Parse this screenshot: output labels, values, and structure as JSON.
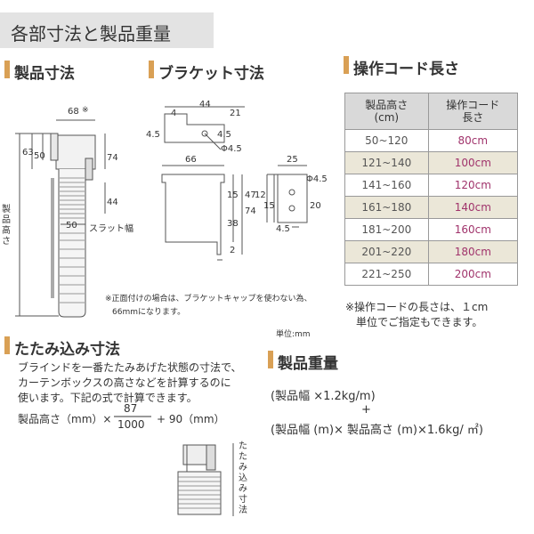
{
  "page_title": "各部寸法と製品重量",
  "sections": {
    "product_dim": "製品寸法",
    "bracket_dim": "ブラケット寸法",
    "cord_length": "操作コード長さ",
    "fold_dim": "たたみ込み寸法",
    "weight": "製品重量"
  },
  "product_dims": {
    "width_top": "68",
    "note_mark": "※",
    "d63": "63",
    "d50": "50",
    "d74": "74",
    "d44": "44",
    "d50b": "50",
    "slat_label": "スラット幅",
    "height_label": "製品高さ"
  },
  "bracket_dims": {
    "d4": "4",
    "d44": "44",
    "d21": "21",
    "d4_5a": "4.5",
    "d4_5b": "4.5",
    "phi_a": "Φ4.5",
    "d66": "66",
    "d15": "15",
    "d47": "47",
    "d74": "74",
    "d38": "38",
    "d2": "2",
    "d25": "25",
    "phi_b": "Φ4.5",
    "d12": "12",
    "d15b": "15",
    "d20": "20",
    "d4_5c": "4.5"
  },
  "bracket_note_line1": "※正面付けの場合は、ブラケットキャップを使わない為、",
  "bracket_note_line2": "66mmになります。",
  "unit_label": "単位:mm",
  "cord_table": {
    "header_height": "製品高さ\n(cm)",
    "header_height_l1": "製品高さ",
    "header_height_l2": "(cm)",
    "header_cord_l1": "操作コード",
    "header_cord_l2": "長さ",
    "rows": [
      {
        "height": "50~120",
        "cord": "80cm"
      },
      {
        "height": "121~140",
        "cord": "100cm"
      },
      {
        "height": "141~160",
        "cord": "120cm"
      },
      {
        "height": "161~180",
        "cord": "140cm"
      },
      {
        "height": "181~200",
        "cord": "160cm"
      },
      {
        "height": "201~220",
        "cord": "180cm"
      },
      {
        "height": "221~250",
        "cord": "200cm"
      }
    ]
  },
  "cord_note_line1": "※操作コードの長さは、１cm",
  "cord_note_line2": "単位でご指定もできます。",
  "fold_text": {
    "line1": "ブラインドを一番たたみあげた状態の寸法で、",
    "line2": "カーテンボックスの高さなどを計算するのに",
    "line3": "使います。下記の式で計算できます。",
    "formula_left": "製品高さ（mm）×",
    "numerator": "87",
    "denominator": "1000",
    "formula_right": "+ 90（mm）",
    "vertical_label": "たたみ込み寸法"
  },
  "weight_text": {
    "line1": "(製品幅 ×1.2kg/m)",
    "plus": "+",
    "line2": "(製品幅 (m)× 製品高さ (m)×1.6kg/ ㎡)"
  },
  "colors": {
    "accent_mark": "#d9a055",
    "cord_value": "#a0336b",
    "alt_row": "#ebe7d8",
    "header_bg": "#d9d9d9"
  }
}
